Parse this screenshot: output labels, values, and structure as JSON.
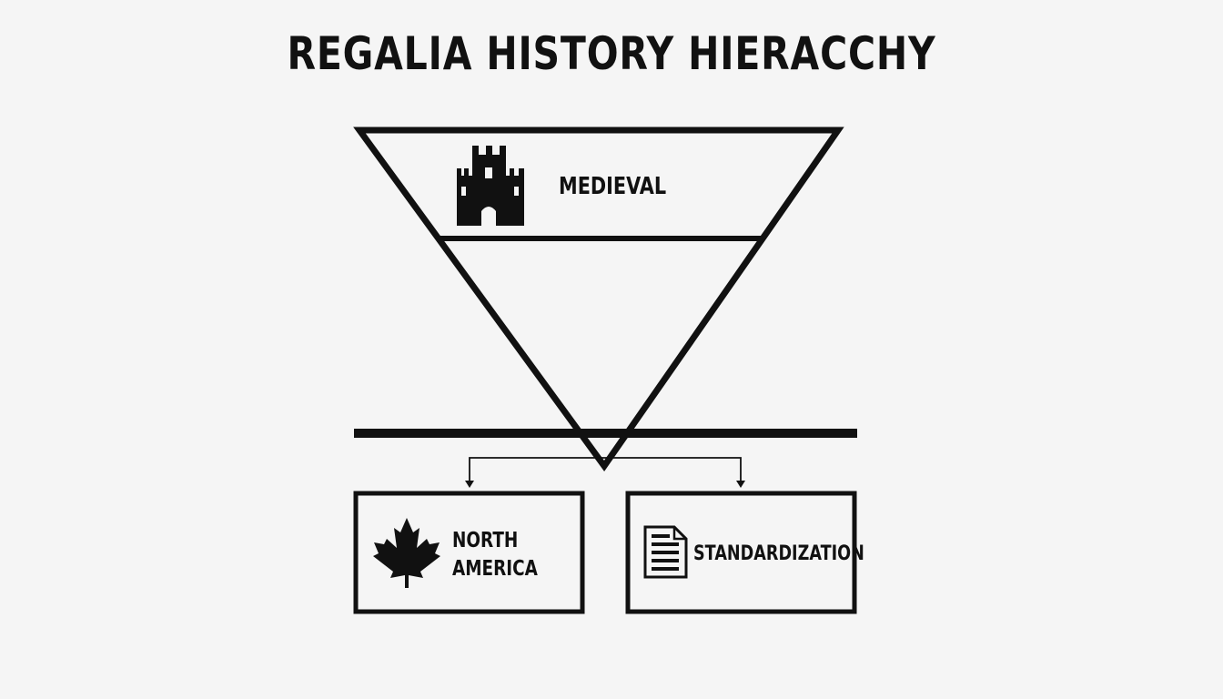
{
  "title": "REGALIA HISTORY HIERACCHY",
  "pyramid": {
    "top_section": {
      "label": "MEDIEVAL",
      "icon": "castle-icon"
    }
  },
  "branches": [
    {
      "label": "NORTH AMERICA",
      "icon": "maple-leaf-icon"
    },
    {
      "label": "STANDARDIZATION",
      "icon": "document-icon"
    }
  ],
  "colors": {
    "background": "#f5f5f5",
    "stroke": "#111111"
  }
}
